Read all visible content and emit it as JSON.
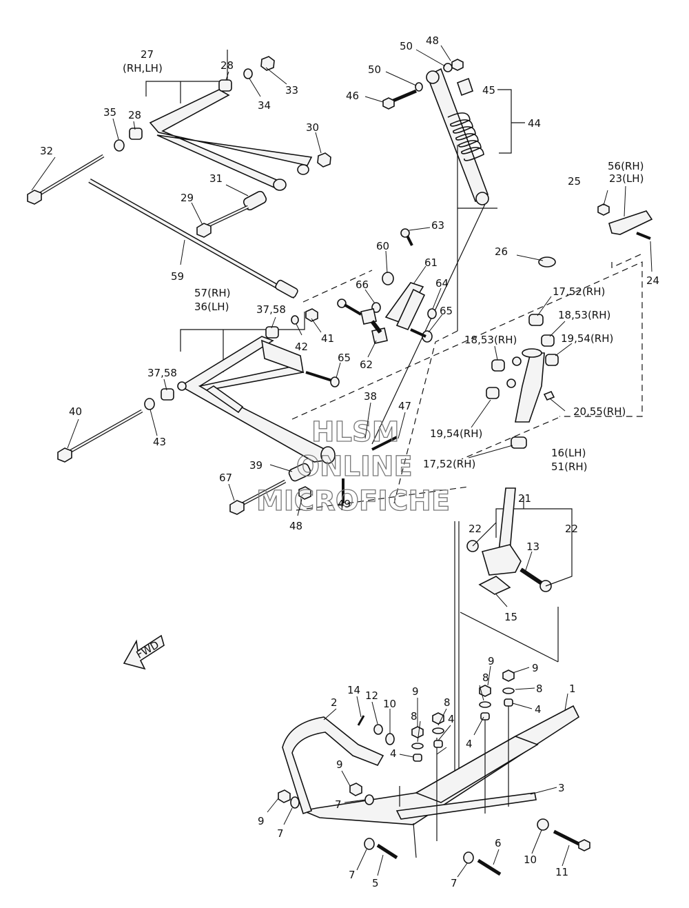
{
  "watermark": {
    "line1": "HLSM",
    "line2": "ONLINE",
    "line3": "MICROFICHE"
  },
  "fwd_label": "FWD",
  "callouts": {
    "c27": "27",
    "c27b": "(RH,LH)",
    "c28a": "28",
    "c28b": "28",
    "c33": "33",
    "c34": "34",
    "c35": "35",
    "c30": "30",
    "c32": "32",
    "c31": "31",
    "c29": "29",
    "c59": "59",
    "c48a": "48",
    "c50a": "50",
    "c50b": "50",
    "c46": "46",
    "c45": "45",
    "c44": "44",
    "c63": "63",
    "c60": "60",
    "c61": "61",
    "c64": "64",
    "c66": "66",
    "c65a": "65",
    "c65b": "65",
    "c62": "62",
    "c56": "56(RH)",
    "c23": "23(LH)",
    "c25": "25",
    "c26": "26",
    "c24": "24",
    "c17a": "17,52(RH)",
    "c18a": "18,53(RH)",
    "c18b": "18,53(RH)",
    "c19a": "19,54(RH)",
    "c20": "20,55(RH)",
    "c19b": "19,54(RH)",
    "c17b": "17,52(RH)",
    "c16": "16(LH)",
    "c51": "51(RH)",
    "c57": "57(RH)",
    "c36": "36(LH)",
    "c37a": "37,58",
    "c37b": "37,58",
    "c42": "42",
    "c41": "41",
    "c40": "40",
    "c43": "43",
    "c38": "38",
    "c47": "47",
    "c39": "39",
    "c67": "67",
    "c49": "49",
    "c48b": "48",
    "c21": "21",
    "c22a": "22",
    "c22b": "22",
    "c13": "13",
    "c15": "15",
    "c9a": "9",
    "c9b": "9",
    "c8a": "8",
    "c8b": "8",
    "c4a": "4",
    "c4b": "4",
    "c1": "1",
    "c14": "14",
    "c12": "12",
    "c10a": "10",
    "c9c": "9",
    "c8c": "8",
    "c8d": "8",
    "c4c": "4",
    "c4d": "4",
    "c2": "2",
    "c9d": "9",
    "c7a": "7",
    "c9e": "9",
    "c7b": "7",
    "c3": "3",
    "c6": "6",
    "c10b": "10",
    "c11": "11",
    "c7c": "7",
    "c5": "5",
    "c7d": "7"
  }
}
